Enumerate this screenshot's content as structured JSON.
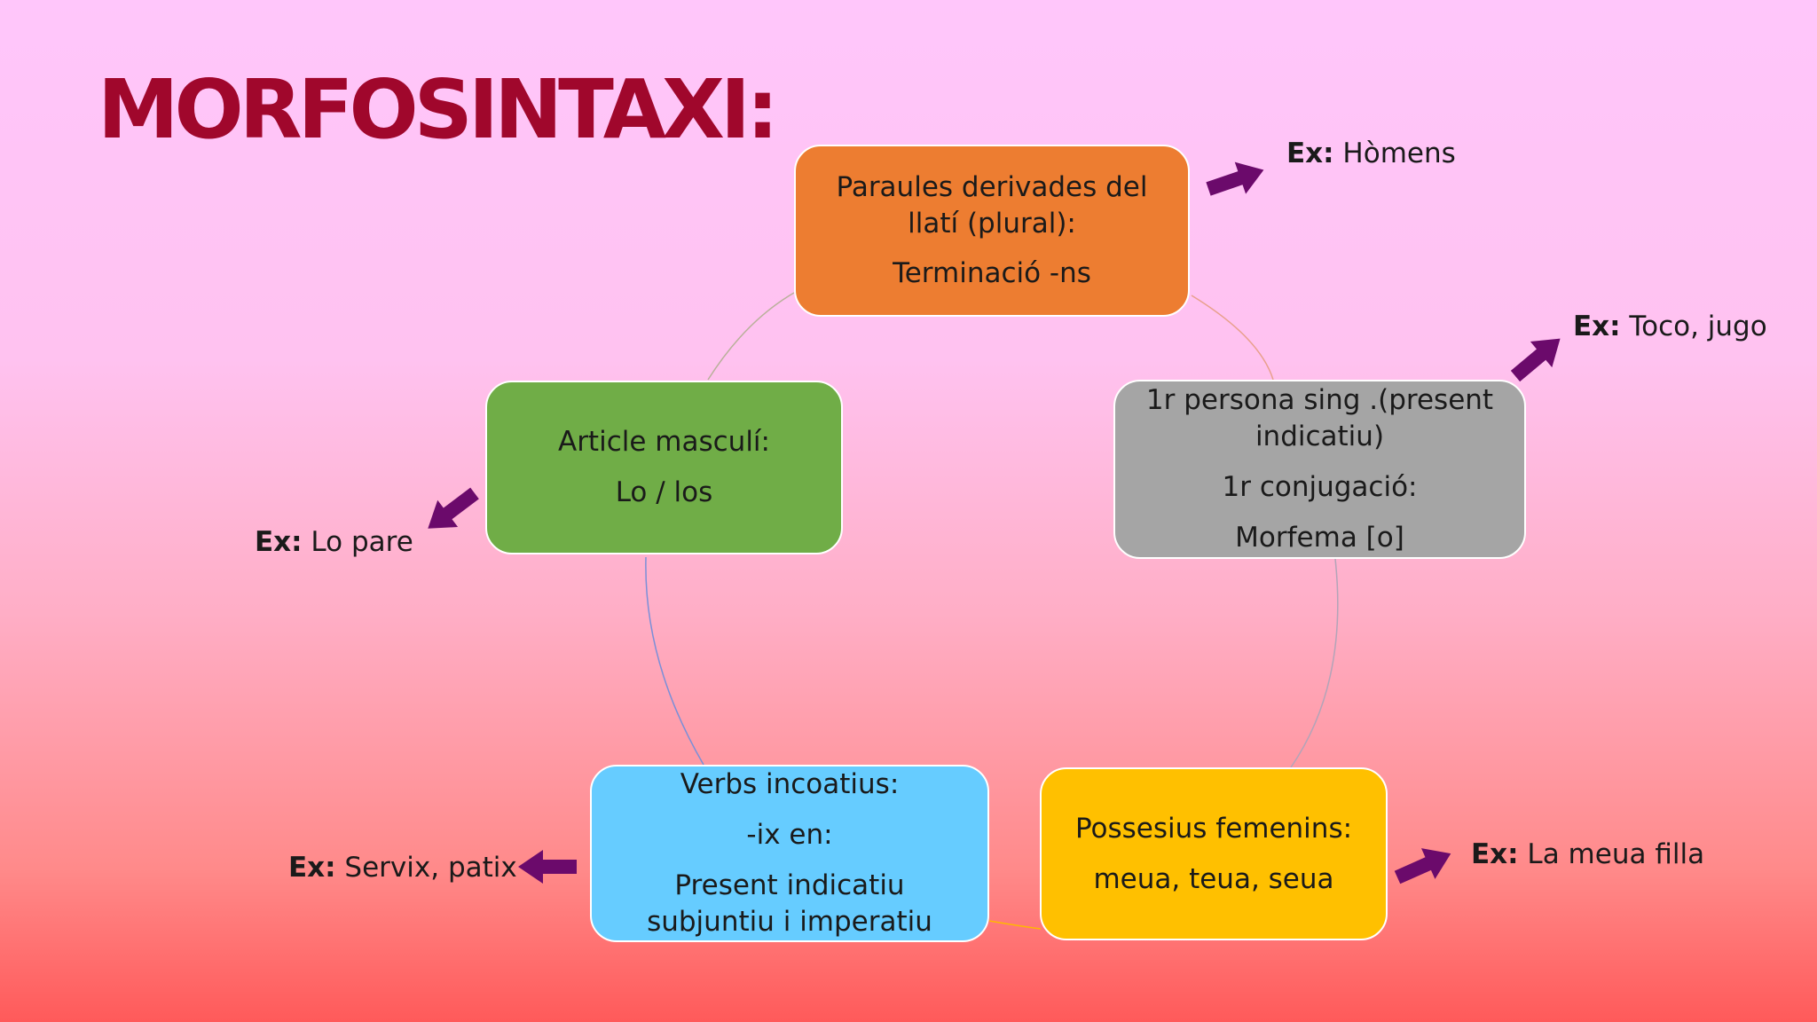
{
  "title": "MORFOSINTAXI:",
  "colors": {
    "title": "#a0072c",
    "arrow": "#6b0a6b",
    "box_top": "#ed7d31",
    "box_right": "#a5a5a5",
    "box_bottom_right": "#ffc000",
    "box_bottom_left": "#66ccff",
    "box_left": "#70ad47"
  },
  "nodes": [
    {
      "id": "top",
      "lines": [
        "Paraules derivades del llatí (plural):",
        "Terminació -ns"
      ],
      "example": {
        "label": "Ex:",
        "text": " Hòmens"
      }
    },
    {
      "id": "right",
      "lines": [
        "1r persona sing .(present indicatiu)",
        "1r conjugació:",
        "Morfema [o]"
      ],
      "example": {
        "label": "Ex:",
        "text": " Toco, jugo"
      }
    },
    {
      "id": "bottom-right",
      "lines": [
        "Possesius femenins:",
        "meua, teua, seua"
      ],
      "example": {
        "label": "Ex:",
        "text": " La meua filla"
      }
    },
    {
      "id": "bottom-left",
      "lines": [
        "Verbs incoatius:",
        "-ix en:",
        "Present indicatiu subjuntiu i imperatiu"
      ],
      "example": {
        "label": "Ex:",
        "text": " Servix, patix"
      }
    },
    {
      "id": "left",
      "lines": [
        "Article masculí:",
        "Lo / los"
      ],
      "example": {
        "label": "Ex:",
        "text": " Lo pare"
      }
    }
  ]
}
